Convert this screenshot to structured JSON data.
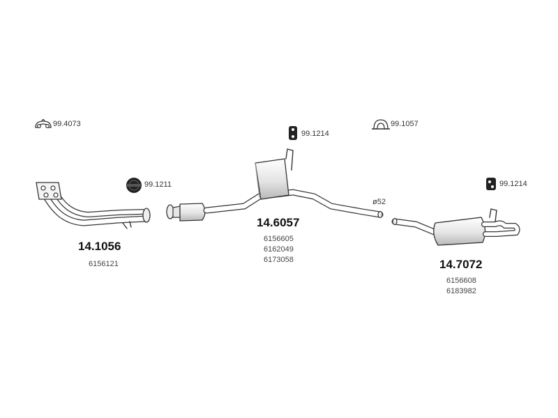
{
  "parts": {
    "hanger_top_left": {
      "number": "99.4073",
      "icon": "rubber-hanger-icon"
    },
    "ring_left": {
      "number": "99.1211",
      "icon": "rubber-ring-icon"
    },
    "hanger_center": {
      "number": "99.1214",
      "icon": "rubber-mount-icon"
    },
    "hanger_top_right": {
      "number": "99.1057",
      "icon": "rubber-hanger-icon"
    },
    "hanger_right": {
      "number": "99.1214",
      "icon": "rubber-mount-icon"
    },
    "front_pipe": {
      "number": "14.1056",
      "oem": [
        "6156121"
      ]
    },
    "middle_silencer": {
      "number": "14.6057",
      "oem": [
        "6156605",
        "6162049",
        "6173058"
      ]
    },
    "rear_silencer": {
      "number": "14.7072",
      "oem": [
        "6156608",
        "6183982"
      ]
    }
  },
  "diameter_label": "ø52",
  "colors": {
    "line": "#333333",
    "fill_light": "#f2f2f2",
    "fill_mid": "#dcdcdc",
    "fill_dark": "#2a2a2a"
  }
}
